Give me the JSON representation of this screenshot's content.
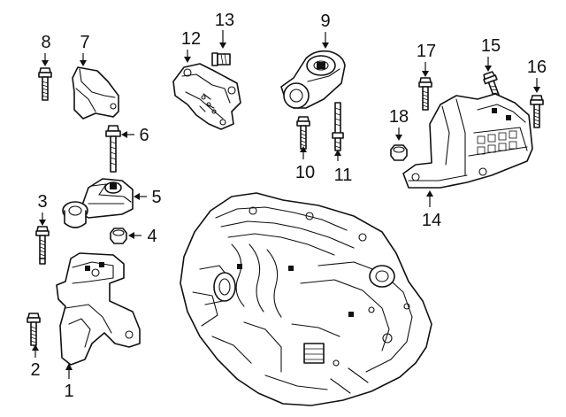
{
  "callouts": [
    {
      "id": "1",
      "label": "1"
    },
    {
      "id": "2",
      "label": "2"
    },
    {
      "id": "3",
      "label": "3"
    },
    {
      "id": "4",
      "label": "4"
    },
    {
      "id": "5",
      "label": "5"
    },
    {
      "id": "6",
      "label": "6"
    },
    {
      "id": "7",
      "label": "7"
    },
    {
      "id": "8",
      "label": "8"
    },
    {
      "id": "9",
      "label": "9"
    },
    {
      "id": "10",
      "label": "10"
    },
    {
      "id": "11",
      "label": "11"
    },
    {
      "id": "12",
      "label": "12"
    },
    {
      "id": "13",
      "label": "13"
    },
    {
      "id": "14",
      "label": "14"
    },
    {
      "id": "15",
      "label": "15"
    },
    {
      "id": "16",
      "label": "16"
    },
    {
      "id": "17",
      "label": "17"
    },
    {
      "id": "18",
      "label": "18"
    }
  ],
  "colors": {
    "ink": "#111111",
    "background": "#ffffff"
  }
}
